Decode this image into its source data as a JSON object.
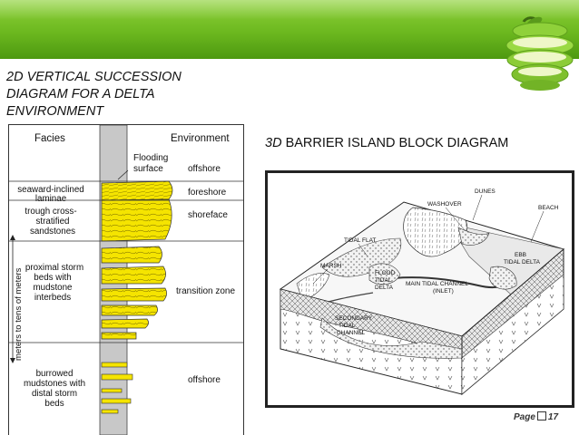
{
  "slide": {
    "title": "2D VERTICAL SUCCESSION\nDIAGRAM FOR A DELTA\nENVIRONMENT",
    "right_title_prefix": "3D",
    "right_title_rest": " BARRIER ISLAND BLOCK DIAGRAM",
    "page_label": "Page",
    "page_number": "17"
  },
  "succession": {
    "facies_header": "Facies",
    "environment_header": "Environment",
    "flooding_1": "Flooding",
    "flooding_2": "surface",
    "axis_label": "meters to tens of meters",
    "facies": [
      {
        "lines": [
          "seaward-inclined",
          "laminae"
        ]
      },
      {
        "lines": [
          "trough cross-",
          "stratified",
          "sandstones"
        ]
      },
      {
        "lines": [
          "proximal storm",
          "beds with",
          "mudstone",
          "interbeds"
        ]
      },
      {
        "lines": [
          "burrowed",
          "mudstones with",
          "distal storm",
          "beds"
        ]
      }
    ],
    "environments": [
      "offshore",
      "foreshore",
      "shoreface",
      "transition zone",
      "offshore"
    ]
  },
  "block": {
    "labels": {
      "dunes": "DUNES",
      "washover": "WASHOVER",
      "beach": "BEACH",
      "tidal_flat": "TIDAL FLAT",
      "ebb_1": "EBB",
      "ebb_2": "TIDAL DELTA",
      "marsh": "MARSH",
      "flood_1": "FLOOD",
      "flood_2": "TIDAL",
      "flood_3": "DELTA",
      "main_1": "MAIN TIDAL CHANNEL",
      "main_2": "(INLET)",
      "secondary_1": "SECONDARY",
      "secondary_2": "TIDAL",
      "secondary_3": "CHANNEL"
    }
  },
  "colors": {
    "header_green": "#6cb81f",
    "sand_yellow": "#f5e400",
    "mud_grey": "#c8c8c8"
  }
}
